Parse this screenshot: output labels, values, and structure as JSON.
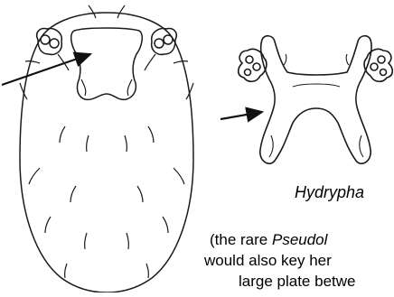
{
  "figure": {
    "genus_label": "Hydrypha",
    "note": {
      "line1_pre": "(the rare ",
      "line1_italic": "Pseudol",
      "line2": "would also key her",
      "line3": "large plate betwe"
    }
  },
  "colors": {
    "stroke": "#1a1a1a",
    "fill": "#ffffff"
  }
}
